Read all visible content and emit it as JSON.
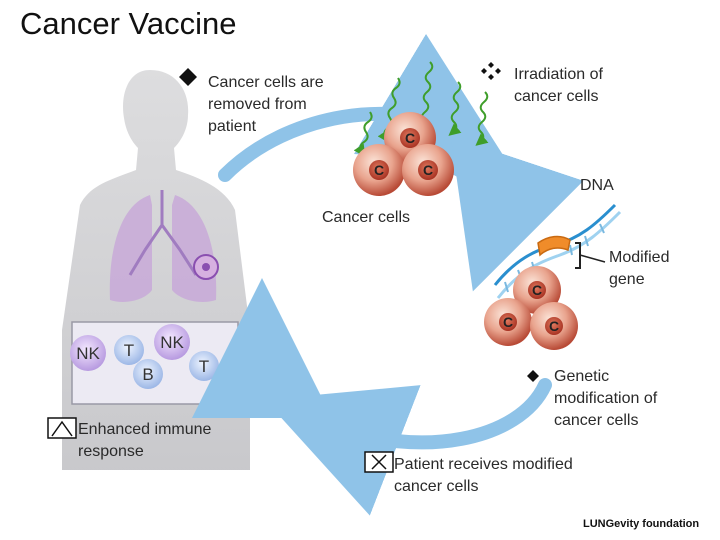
{
  "title": "Cancer Vaccine",
  "steps": {
    "removed": "Cancer cells are removed from patient",
    "irradiation": "Irradiation of cancer cells",
    "genetic": "Genetic modification of cancer cells",
    "patient": "Patient receives modified cancer cells",
    "immune": "Enhanced immune response"
  },
  "labels": {
    "cancer_cells": "Cancer cells",
    "dna": "DNA",
    "modified_gene": "Modified gene"
  },
  "cell_letter": "C",
  "immune_cells": [
    "NK",
    "T",
    "NK",
    "B",
    "T"
  ],
  "credit": "LUNGevity foundation",
  "colors": {
    "arrow": "#8fc3e8",
    "cancer_cell": "#c04a3a",
    "dna_blue": "#2a8fcf",
    "gene": "#f08c2a",
    "wave": "#3f9e2a"
  }
}
